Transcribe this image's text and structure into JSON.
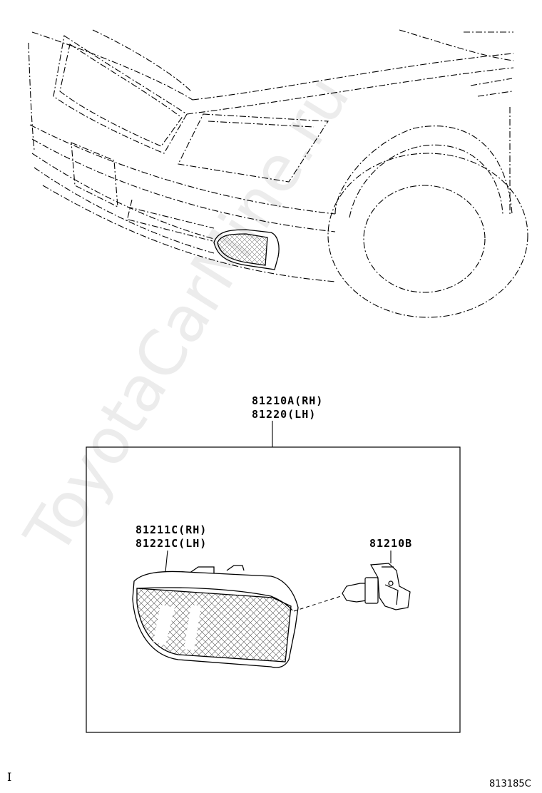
{
  "watermark": "ToyotaCarMine.ru",
  "callouts": {
    "assembly_rh": "81210A(RH)",
    "assembly_lh": "81220(LH)",
    "lens_rh": "81211C(RH)",
    "lens_lh": "81221C(LH)",
    "bulb": "81210B"
  },
  "footer": {
    "left_mark": "I",
    "illustration_code": "813185C"
  }
}
